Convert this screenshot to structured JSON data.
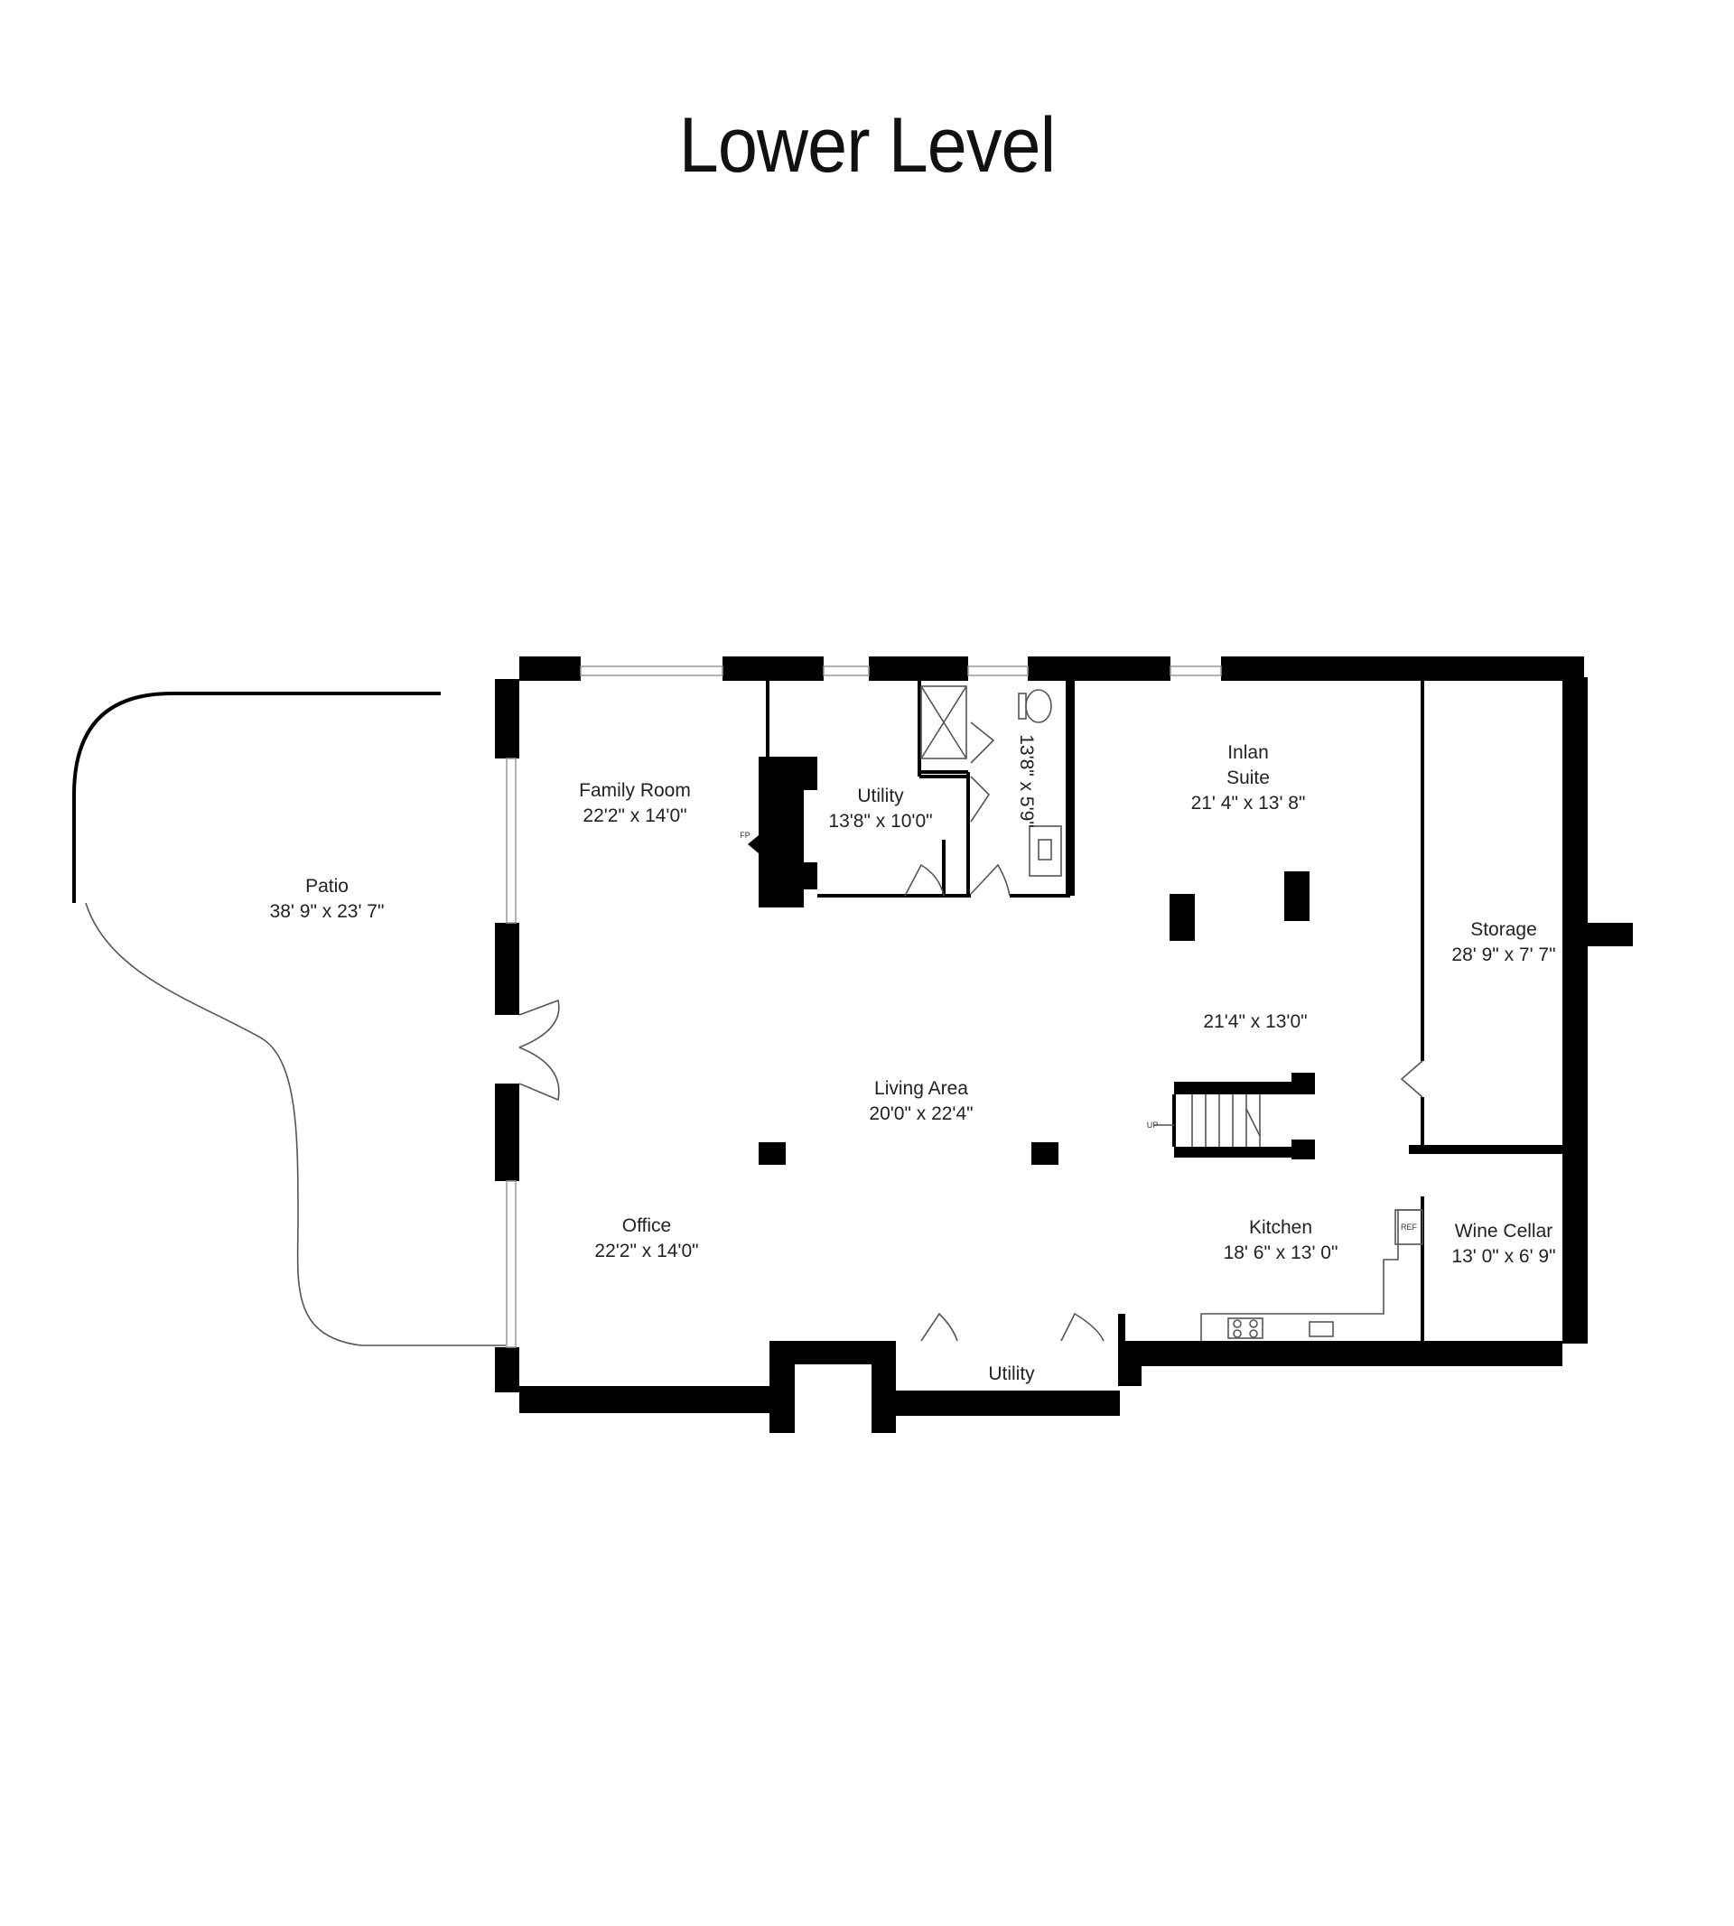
{
  "title": "Lower Level",
  "rooms": {
    "patio": {
      "name": "Patio",
      "dims": "38' 9\" x 23' 7\""
    },
    "family_room": {
      "name": "Family Room",
      "dims": "22'2\" x 14'0\""
    },
    "utility_top": {
      "name": "Utility",
      "dims": "13'8\" x 10'0\""
    },
    "bath": {
      "dims": "13'8\" x 5'9\""
    },
    "inlaw_suite": {
      "name": "Inlan",
      "name2": "Suite",
      "dims": "21' 4\" x 13' 8\""
    },
    "storage": {
      "name": "Storage",
      "dims": "28' 9\" x 7' 7\""
    },
    "suite_open": {
      "dims": "21'4\" x 13'0\""
    },
    "living_area": {
      "name": "Living Area",
      "dims": "20'0\" x 22'4\""
    },
    "office": {
      "name": "Office",
      "dims": "22'2\" x 14'0\""
    },
    "kitchen": {
      "name": "Kitchen",
      "dims": "18' 6\" x 13' 0\""
    },
    "wine_cellar": {
      "name": "Wine Cellar",
      "dims": "13' 0\" x 6' 9\""
    },
    "utility_bottom": {
      "name": "Utility"
    }
  },
  "symbols": {
    "fireplace": "FP",
    "stairs_up": "UP",
    "refrigerator": "REF"
  }
}
